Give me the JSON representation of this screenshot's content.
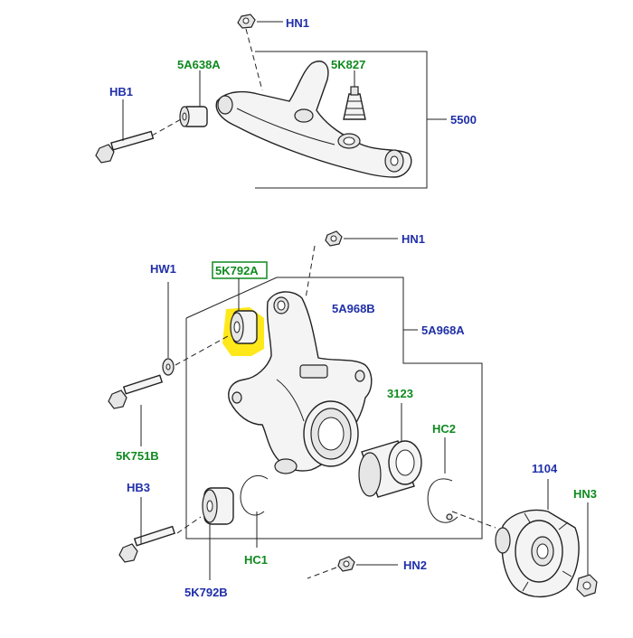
{
  "labels": {
    "hn1_top": "HN1",
    "p5a638a": "5A638A",
    "p5k827": "5K827",
    "hb1": "HB1",
    "p5500": "5500",
    "hn1_mid": "HN1",
    "hw1": "HW1",
    "p5k792a": "5K792A",
    "p5a968b": "5A968B",
    "p5a968a": "5A968A",
    "p3123": "3123",
    "hc2": "HC2",
    "p5k751b": "5K751B",
    "p1104": "1104",
    "hb3": "HB3",
    "hn3": "HN3",
    "hc1": "HC1",
    "hn2": "HN2",
    "p5k792b": "5K792B"
  },
  "colors": {
    "hardware_label": "#1f2fa8",
    "part_label": "#0f8a1f",
    "highlight": "#ffe81a"
  }
}
